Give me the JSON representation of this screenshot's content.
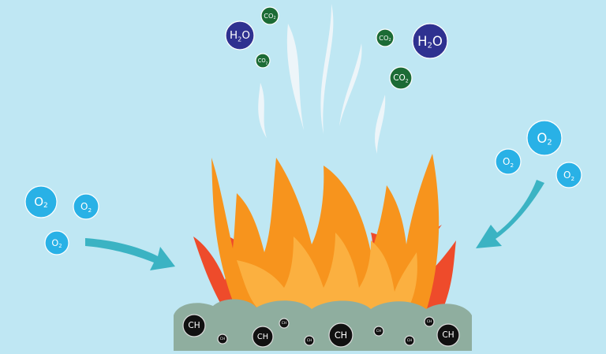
{
  "colors": {
    "background": "#bfe7f3",
    "h2o": "#2f3190",
    "co2": "#1c6b35",
    "o2": "#29b1e6",
    "fuel": "#8fae9f",
    "flame_outer": "#ee4b2b",
    "flame_mid": "#f7941d",
    "flame_inner": "#fbb040",
    "arrow": "#3bb3c3",
    "smoke": "#f2f7fa"
  },
  "molecules": {
    "h2o": {
      "formula": "H",
      "sub": "2",
      "tail": "O"
    },
    "co2": {
      "formula": "CO",
      "sub": "2"
    },
    "o2": {
      "formula": "O",
      "sub": "2"
    },
    "ch": {
      "formula": "CH"
    }
  }
}
